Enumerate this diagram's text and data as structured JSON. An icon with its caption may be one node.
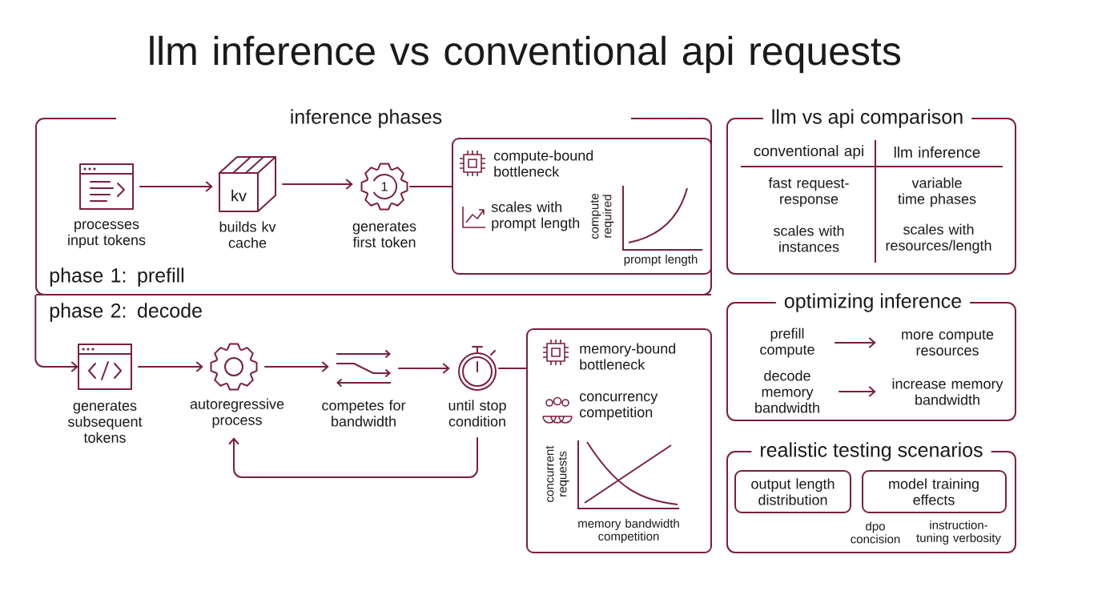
{
  "diagram": {
    "title": "llm inference vs conventional api requests",
    "nodes": [
      {
        "text": [
          "inference phases"
        ]
      },
      {
        "text": [
          "processes input tokens"
        ],
        "in": 0
      },
      {
        "text": [
          "kv",
          "builds kv cache"
        ],
        "in": 0
      },
      {
        "text": [
          "1",
          "generates first token"
        ],
        "in": 0
      },
      {
        "text": [
          "compute-bound bottleneck",
          "scales with prompt length",
          "compute required",
          "prompt length"
        ],
        "in": 0
      },
      {
        "text": [
          "generates subsequent tokens"
        ]
      },
      {
        "text": [
          "autoregressive process"
        ]
      },
      {
        "text": [
          "competes for bandwidth"
        ]
      },
      {
        "text": [
          "until stop condition"
        ]
      },
      {
        "text": [
          "memory-bound bottleneck",
          "concurrency competition",
          "concurrent requests",
          "memory bandwidth competition"
        ]
      },
      {
        "text": [
          "llm vs api comparison"
        ]
      },
      {
        "text": [
          "optimizing inference"
        ]
      },
      {
        "text": [
          "prefill compute"
        ],
        "in": 11
      },
      {
        "text": [
          "more compute resources"
        ],
        "in": 11
      },
      {
        "text": [
          "decode memory bandwidth"
        ],
        "in": 11
      },
      {
        "text": [
          "increase memory bandwidth"
        ],
        "in": 11
      },
      {
        "text": [
          "realistic testing scenarios"
        ]
      },
      {
        "text": [
          "output length distribution"
        ],
        "in": 16
      },
      {
        "text": [
          "model training effects"
        ],
        "in": 16,
        "beside": [
          "dpo concision",
          "instruction-tuning verbosity"
        ]
      }
    ],
    "edges": [
      {
        "from": 1,
        "to": 2,
        "arrow": "to"
      },
      {
        "from": 2,
        "to": 3,
        "arrow": "to"
      },
      {
        "from": 3,
        "to": 4,
        "arrow": "none"
      },
      {
        "from": 0,
        "to": 5,
        "arrow": "to"
      },
      {
        "from": 5,
        "to": 6,
        "arrow": "to"
      },
      {
        "from": 6,
        "to": 7,
        "arrow": "to"
      },
      {
        "from": 7,
        "to": 8,
        "arrow": "to"
      },
      {
        "from": 8,
        "to": 9,
        "arrow": "none"
      },
      {
        "from": 8,
        "to": 6,
        "arrow": "to"
      },
      {
        "from": 12,
        "to": 13,
        "arrow": "to"
      },
      {
        "from": 14,
        "to": 15,
        "arrow": "to"
      }
    ],
    "labels": [
      "phase 1: prefill",
      "phase 2: decode",
      "conventional api",
      "llm inference",
      "fast request-response",
      "variable time phases",
      "scales with instances",
      "scales with resources/length"
    ]
  }
}
